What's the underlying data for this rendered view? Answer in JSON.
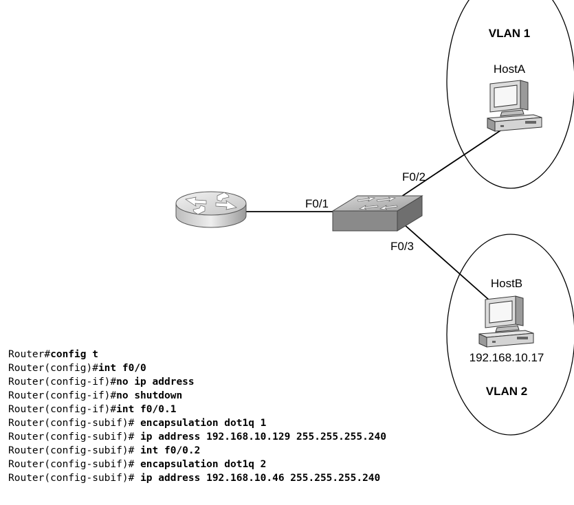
{
  "diagram": {
    "vlans": [
      {
        "name": "VLAN 1",
        "host": {
          "name": "HostA",
          "ip": ""
        }
      },
      {
        "name": "VLAN 2",
        "host": {
          "name": "HostB",
          "ip": "192.168.10.17"
        }
      }
    ],
    "ports": {
      "router_link": "F0/1",
      "host_a_link": "F0/2",
      "host_b_link": "F0/3"
    }
  },
  "config_lines": [
    {
      "prompt": "Router#",
      "command": "config t"
    },
    {
      "prompt": "Router(config)#",
      "command": "int f0/0"
    },
    {
      "prompt": "Router(config-if)#",
      "command": "no ip address"
    },
    {
      "prompt": "Router(config-if)#",
      "command": "no shutdown"
    },
    {
      "prompt": "Router(config-if)#",
      "command": "int f0/0.1"
    },
    {
      "prompt": "Router(config-subif)# ",
      "command": "encapsulation dot1q 1"
    },
    {
      "prompt": "Router(config-subif)# ",
      "command": "ip address 192.168.10.129 255.255.255.240"
    },
    {
      "prompt": "Router(config-subif)# ",
      "command": "int f0/0.2"
    },
    {
      "prompt": "Router(config-subif)# ",
      "command": "encapsulation dot1q 2"
    },
    {
      "prompt": "Router(config-subif)# ",
      "command": "ip address 192.168.10.46 255.255.255.240"
    }
  ]
}
